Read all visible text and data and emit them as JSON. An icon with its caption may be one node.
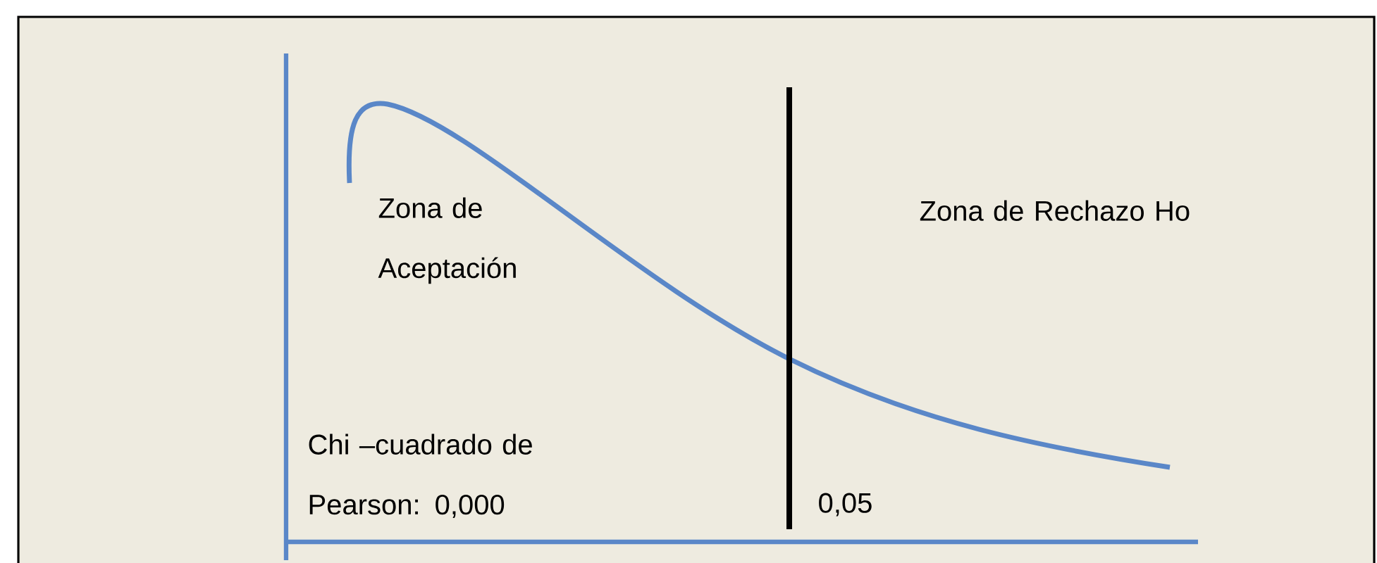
{
  "diagram": {
    "labels": [
      "Zona de Aceptación",
      "Zona de Rechazo Ho",
      "Chi –cuadrado de Pearson: 0,000",
      "0,05"
    ]
  }
}
